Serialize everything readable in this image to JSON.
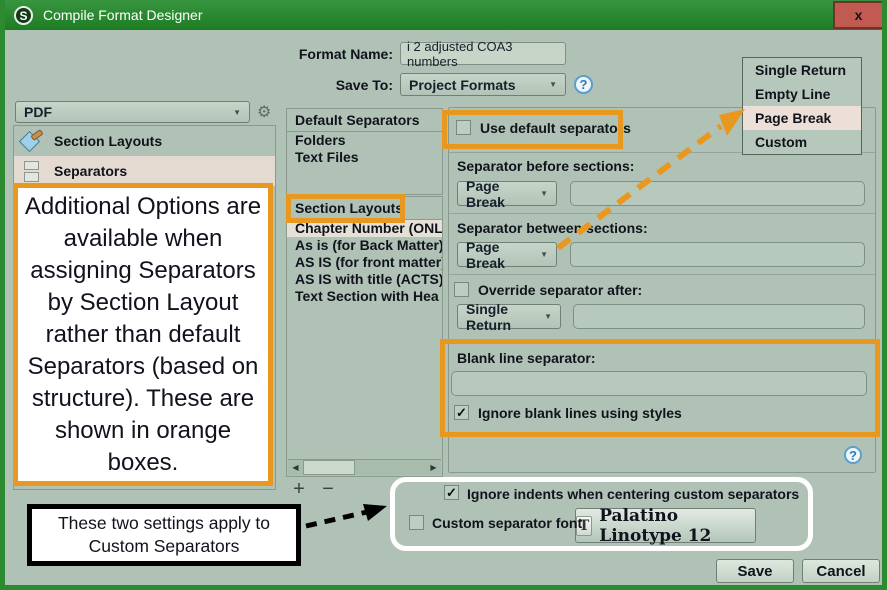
{
  "window": {
    "title": "Compile Format Designer"
  },
  "header": {
    "format_name_label": "Format Name:",
    "format_name_value": "i 2 adjusted COA3 numbers",
    "save_to_label": "Save To:",
    "save_to_value": "Project Formats"
  },
  "popup_menu": {
    "items": [
      "Single Return",
      "Empty Line",
      "Page Break",
      "Custom"
    ],
    "selected": "Page Break"
  },
  "sidebar": {
    "format_target": "PDF",
    "items": [
      {
        "label": "Section Layouts"
      },
      {
        "label": "Separators"
      }
    ]
  },
  "separator_list": {
    "group1_header": "Default Separators",
    "group1_items": [
      "Folders",
      "Text Files"
    ],
    "group2_header": "Section Layouts",
    "group2_items": [
      "Chapter Number (ONLY",
      "As is (for Back Matter)",
      "AS IS (for front matter)",
      "AS IS with title (ACTS)",
      "Text Section with Hea"
    ],
    "selected_item": "Chapter Number (ONLY"
  },
  "settings": {
    "use_default_label": "Use default separators",
    "before_label": "Separator before sections:",
    "before_value": "Page Break",
    "between_label": "Separator between sections:",
    "between_value": "Page Break",
    "override_label": "Override separator after:",
    "override_value": "Single Return",
    "blank_line_label": "Blank line separator:",
    "ignore_blank_label": "Ignore blank lines using styles"
  },
  "custom_settings": {
    "ignore_indents_label": "Ignore indents when centering custom separators",
    "custom_font_label": "Custom separator font",
    "font_button_label": "Palatino Linotype 12"
  },
  "annotations": {
    "main_note": "Additional Options are available when assigning Separators by Section Layout rather than default Separators (based on structure). These are shown in orange boxes.",
    "bottom_note_line1": "These two settings apply to",
    "bottom_note_line2": "Custom Separators"
  },
  "footer": {
    "save_label": "Save",
    "cancel_label": "Cancel"
  },
  "colors": {
    "accent_orange": "#e8981f",
    "titlebar_green": "#2a8a2d",
    "close_red": "#c15b51",
    "selection_pink": "#e5dad1"
  },
  "glyphs": {
    "app_initial": "S",
    "close": "x",
    "check": "✓",
    "dropdown_arrow": "▼",
    "gear": "⚙",
    "help": "?",
    "plus": "+",
    "minus": "−",
    "scroll_left": "◀",
    "scroll_right": "▶",
    "font_icon": "T"
  }
}
